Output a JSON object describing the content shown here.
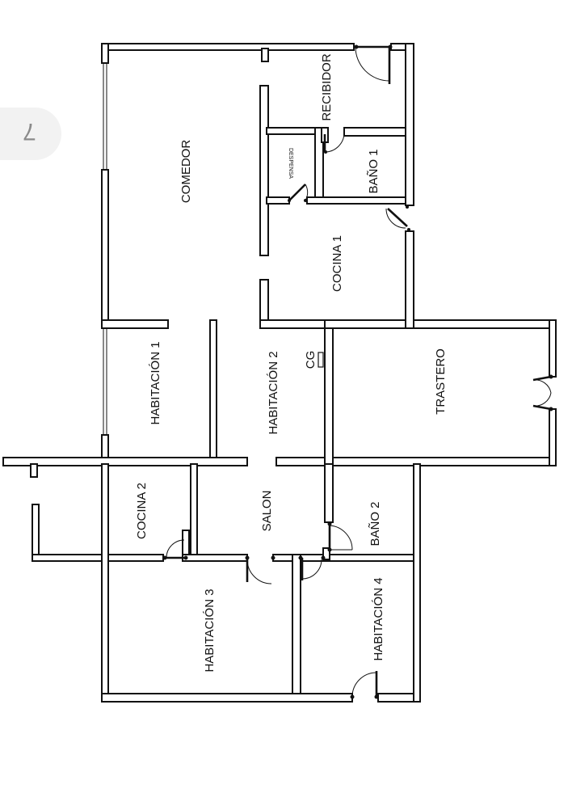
{
  "page_number": "7",
  "rooms": {
    "comedor": "COMEDOR",
    "recibidor": "RECIBIDOR",
    "despensa": "DESPENSA",
    "bano1": "BAÑO 1",
    "cocina1": "COCINA 1",
    "habitacion1": "HABITACIÓN 1",
    "habitacion2": "HABITACIÓN 2",
    "cg": "CG",
    "trastero": "TRASTERO",
    "cocina2": "COCINA 2",
    "salon": "SALON",
    "bano2": "BAÑO 2",
    "habitacion3": "HABITACIÓN 3",
    "habitacion4": "HABITACIÓN 4"
  }
}
